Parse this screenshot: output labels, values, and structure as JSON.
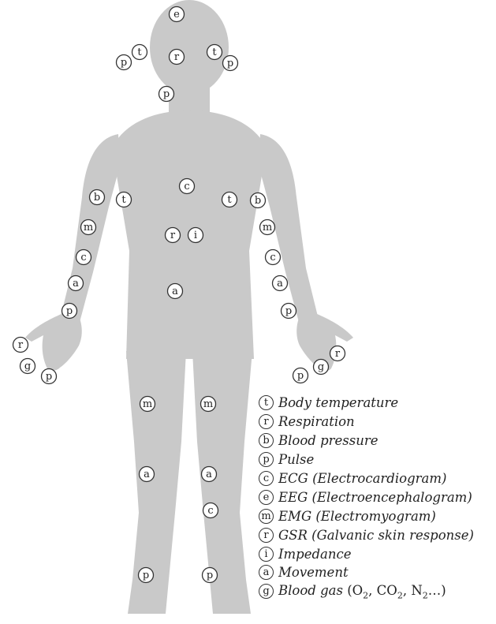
{
  "colors": {
    "body_fill": "#c9c9c9",
    "marker_stroke": "#333333",
    "text": "#222222"
  },
  "markers": [
    {
      "id": "head-top",
      "letter": "e"
    },
    {
      "id": "head-left-pulse",
      "letter": "p"
    },
    {
      "id": "head-left-temp",
      "letter": "t"
    },
    {
      "id": "head-center-resp",
      "letter": "r"
    },
    {
      "id": "head-right-temp",
      "letter": "t"
    },
    {
      "id": "head-right-pulse",
      "letter": "p"
    },
    {
      "id": "neck-pulse",
      "letter": "p"
    },
    {
      "id": "chest-ecg",
      "letter": "c"
    },
    {
      "id": "left-arm-bp",
      "letter": "b"
    },
    {
      "id": "left-armpit-temp",
      "letter": "t"
    },
    {
      "id": "right-armpit-temp",
      "letter": "t"
    },
    {
      "id": "right-arm-bp",
      "letter": "b"
    },
    {
      "id": "left-arm-emg",
      "letter": "m"
    },
    {
      "id": "right-arm-emg",
      "letter": "m"
    },
    {
      "id": "chest-resp",
      "letter": "r"
    },
    {
      "id": "chest-impedance",
      "letter": "i"
    },
    {
      "id": "left-arm-ecg",
      "letter": "c"
    },
    {
      "id": "right-arm-ecg",
      "letter": "c"
    },
    {
      "id": "left-arm-movement",
      "letter": "a"
    },
    {
      "id": "right-arm-movement",
      "letter": "a"
    },
    {
      "id": "abdomen-movement",
      "letter": "a"
    },
    {
      "id": "left-wrist-pulse",
      "letter": "p"
    },
    {
      "id": "right-wrist-pulse",
      "letter": "p"
    },
    {
      "id": "left-hand-gsr",
      "letter": "r"
    },
    {
      "id": "left-hand-gas",
      "letter": "g"
    },
    {
      "id": "left-hand-pulse",
      "letter": "p"
    },
    {
      "id": "right-hand-gsr",
      "letter": "r"
    },
    {
      "id": "right-hand-gas",
      "letter": "g"
    },
    {
      "id": "right-hand-pulse",
      "letter": "p"
    },
    {
      "id": "left-thigh-emg",
      "letter": "m"
    },
    {
      "id": "right-thigh-emg",
      "letter": "m"
    },
    {
      "id": "left-knee-movement",
      "letter": "a"
    },
    {
      "id": "right-knee-movement",
      "letter": "a"
    },
    {
      "id": "right-shin-ecg",
      "letter": "c"
    },
    {
      "id": "left-ankle-pulse",
      "letter": "p"
    },
    {
      "id": "right-ankle-pulse",
      "letter": "p"
    }
  ],
  "legend": [
    {
      "letter": "t",
      "label": "Body temperature"
    },
    {
      "letter": "r",
      "label": "Respiration"
    },
    {
      "letter": "b",
      "label": "Blood pressure"
    },
    {
      "letter": "p",
      "label": "Pulse"
    },
    {
      "letter": "c",
      "label": "ECG",
      "paren": "(Electrocardiogram)"
    },
    {
      "letter": "e",
      "label": "EEG",
      "paren": "(Electroencephalogram)"
    },
    {
      "letter": "m",
      "label": "EMG",
      "paren": "(Electromyogram)"
    },
    {
      "letter": "r",
      "label": "GSR",
      "paren": "(Galvanic skin response)"
    },
    {
      "letter": "i",
      "label": "Impedance"
    },
    {
      "letter": "a",
      "label": "Movement"
    },
    {
      "letter": "g",
      "label": "Blood gas",
      "gas_prefix": "(O",
      "gas_sub": "2",
      "gas_sep": ", CO",
      "gas_sep2": ", N",
      "gas_suffix": "…)"
    }
  ]
}
